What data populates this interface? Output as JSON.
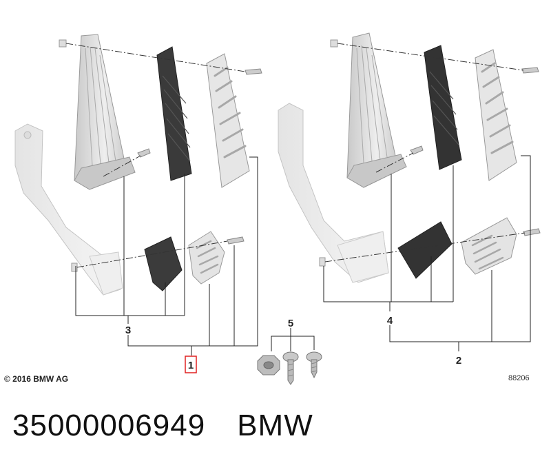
{
  "callouts": {
    "item1": "1",
    "item2": "2",
    "item3": "3",
    "item4": "4",
    "item5": "5"
  },
  "copyright": "© 2016 BMW AG",
  "diagram_ref": "88206",
  "footer": {
    "part_number": "35000006949",
    "brand": "BMW"
  },
  "colors": {
    "highlight_box": "#e02020",
    "rubber": "#3a3a3a",
    "metal": "#d8d8d8",
    "line": "#222222"
  }
}
